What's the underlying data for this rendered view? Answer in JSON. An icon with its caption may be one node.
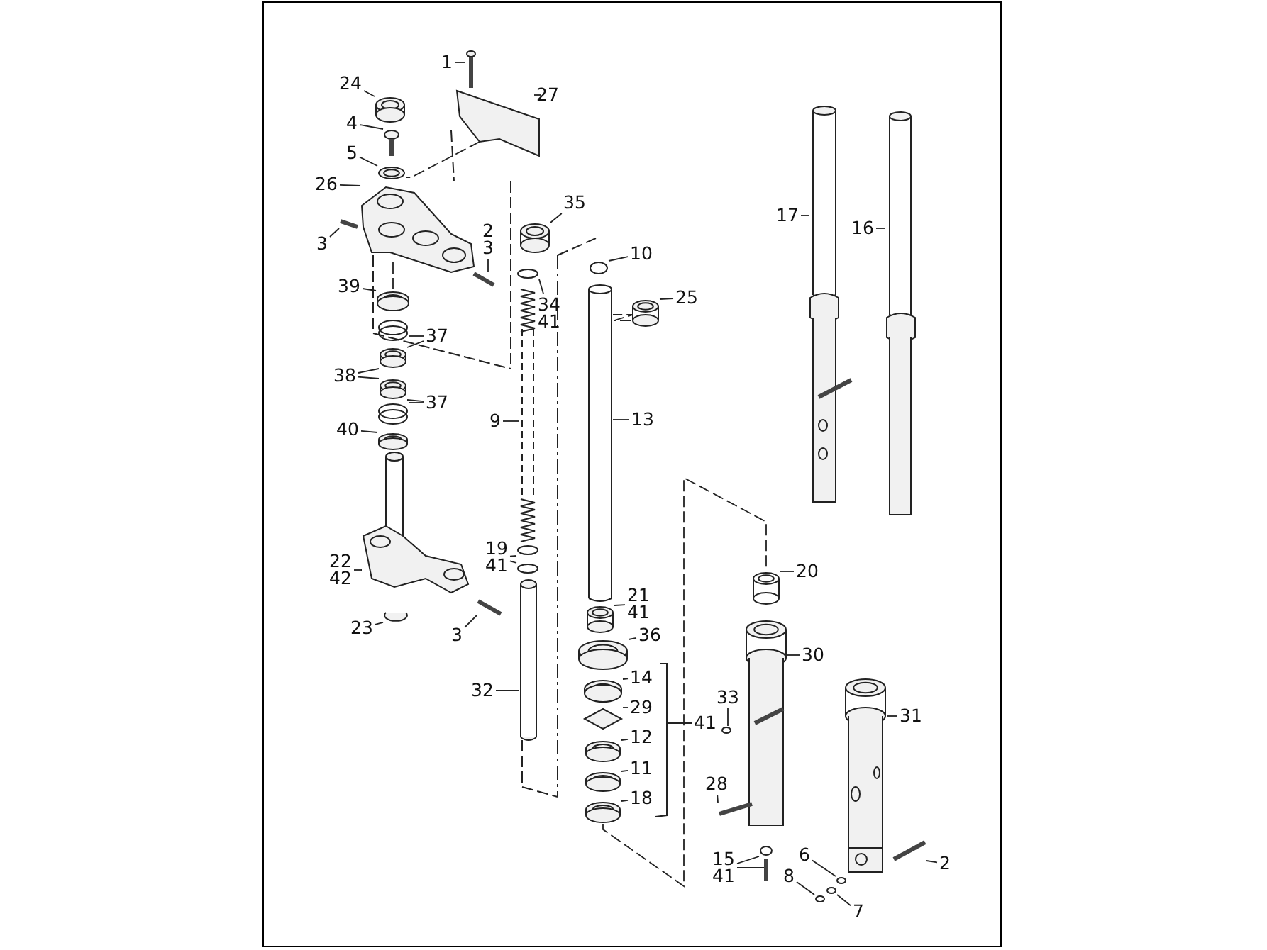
{
  "diagram": {
    "nodes": [
      {
        "text": [
          "1"
        ]
      },
      {
        "text": [
          "27"
        ]
      },
      {
        "text": [
          "24"
        ]
      },
      {
        "text": [
          "4"
        ]
      },
      {
        "text": [
          "5"
        ]
      },
      {
        "text": [
          "26"
        ]
      },
      {
        "text": [
          "3"
        ]
      },
      {
        "text": [
          "2",
          "3"
        ]
      },
      {
        "text": [
          "35"
        ]
      },
      {
        "text": [
          "39"
        ]
      },
      {
        "text": [
          "34",
          "41"
        ]
      },
      {
        "text": [
          "37"
        ]
      },
      {
        "text": [
          "38"
        ]
      },
      {
        "text": [
          "37"
        ]
      },
      {
        "text": [
          "40"
        ]
      },
      {
        "text": [
          "9"
        ]
      },
      {
        "text": [
          "10"
        ]
      },
      {
        "text": [
          "25"
        ]
      },
      {
        "text": [
          "13"
        ]
      },
      {
        "text": [
          "17"
        ]
      },
      {
        "text": [
          "16"
        ]
      },
      {
        "text": [
          "19",
          "41"
        ]
      },
      {
        "text": [
          "22",
          "42"
        ]
      },
      {
        "text": [
          "23"
        ]
      },
      {
        "text": [
          "3"
        ]
      },
      {
        "text": [
          "21",
          "41"
        ]
      },
      {
        "text": [
          "36"
        ]
      },
      {
        "text": [
          "14"
        ]
      },
      {
        "text": [
          "29"
        ]
      },
      {
        "text": [
          "41"
        ]
      },
      {
        "text": [
          "12"
        ]
      },
      {
        "text": [
          "11"
        ]
      },
      {
        "text": [
          "18"
        ]
      },
      {
        "text": [
          "32"
        ]
      },
      {
        "text": [
          "20"
        ]
      },
      {
        "text": [
          "30"
        ]
      },
      {
        "text": [
          "33"
        ]
      },
      {
        "text": [
          "31"
        ]
      },
      {
        "text": [
          "28"
        ]
      },
      {
        "text": [
          "15",
          "41"
        ]
      },
      {
        "text": [
          "6"
        ]
      },
      {
        "text": [
          "8"
        ]
      },
      {
        "text": [
          "7"
        ]
      },
      {
        "text": [
          "2"
        ]
      },
      {
        "text": [],
        "shape": "picture"
      },
      {
        "text": [],
        "shape": "picture"
      },
      {
        "text": [],
        "shape": "picture"
      },
      {
        "text": [],
        "shape": "picture"
      },
      {
        "text": [],
        "shape": "picture"
      },
      {
        "text": [],
        "shape": "picture"
      },
      {
        "text": [],
        "shape": "picture"
      },
      {
        "text": [],
        "shape": "picture"
      },
      {
        "text": [],
        "shape": "picture"
      },
      {
        "text": [],
        "shape": "picture"
      },
      {
        "text": [],
        "shape": "circle"
      },
      {
        "text": [],
        "shape": "circle"
      },
      {
        "text": [],
        "shape": "picture"
      },
      {
        "text": [],
        "shape": "picture"
      },
      {
        "text": [],
        "shape": "circle"
      },
      {
        "text": [],
        "shape": "picture"
      },
      {
        "text": [],
        "shape": "picture"
      },
      {
        "text": [],
        "shape": "circle"
      },
      {
        "text": [],
        "shape": "picture"
      },
      {
        "text": [],
        "shape": "cylinder"
      },
      {
        "text": [],
        "shape": "picture"
      },
      {
        "text": [],
        "shape": "picture"
      },
      {
        "text": [],
        "shape": "circle"
      },
      {
        "text": [],
        "shape": "circle"
      },
      {
        "text": [],
        "shape": "picture"
      },
      {
        "text": [],
        "shape": "picture"
      },
      {
        "text": [],
        "shape": "picture"
      },
      {
        "text": [],
        "shape": "picture"
      },
      {
        "text": [],
        "shape": "picture"
      },
      {
        "text": [],
        "shape": "picture"
      },
      {
        "text": [],
        "shape": "picture"
      },
      {
        "text": [],
        "shape": "picture"
      },
      {
        "text": [],
        "shape": "picture"
      },
      {
        "text": [],
        "shape": "picture"
      },
      {
        "text": [],
        "shape": "picture"
      },
      {
        "text": [],
        "shape": "circle"
      },
      {
        "text": [],
        "shape": "picture"
      },
      {
        "text": [],
        "shape": "circle"
      },
      {
        "text": [],
        "shape": "picture"
      },
      {
        "text": [],
        "shape": "picture"
      },
      {
        "text": [],
        "shape": "circle"
      },
      {
        "text": [],
        "shape": "circle"
      },
      {
        "text": [],
        "shape": "circle"
      },
      {
        "text": [],
        "shape": "circle"
      },
      {
        "text": [],
        "shape": "circle"
      },
      {
        "text": [],
        "shape": "picture"
      },
      {
        "text": [],
        "shape": "bar"
      }
    ],
    "edges": [
      {
        "from": 0,
        "to": 44,
        "arrow": "none"
      },
      {
        "from": 1,
        "to": 45,
        "arrow": "none"
      },
      {
        "from": 2,
        "to": 46,
        "arrow": "none"
      },
      {
        "from": 3,
        "to": 47,
        "arrow": "none"
      },
      {
        "from": 4,
        "to": 48,
        "arrow": "none"
      },
      {
        "from": 5,
        "to": 49,
        "arrow": "none"
      },
      {
        "from": 6,
        "to": 50,
        "arrow": "none"
      },
      {
        "from": 7,
        "to": 51,
        "arrow": "none"
      },
      {
        "from": 8,
        "to": 52,
        "arrow": "none"
      },
      {
        "from": 9,
        "to": 53,
        "arrow": "none"
      },
      {
        "from": 10,
        "to": 54,
        "arrow": "none"
      },
      {
        "from": 11,
        "to": 55,
        "arrow": "none"
      },
      {
        "from": 11,
        "to": 56,
        "arrow": "none"
      },
      {
        "from": 12,
        "to": 56,
        "arrow": "none"
      },
      {
        "from": 12,
        "to": 57,
        "arrow": "none"
      },
      {
        "from": 13,
        "to": 57,
        "arrow": "none"
      },
      {
        "from": 13,
        "to": 58,
        "arrow": "none"
      },
      {
        "from": 14,
        "to": 59,
        "arrow": "none"
      },
      {
        "from": 15,
        "to": 60,
        "arrow": "none"
      },
      {
        "from": 16,
        "to": 61,
        "arrow": "none"
      },
      {
        "from": 17,
        "to": 62,
        "arrow": "none"
      },
      {
        "from": 18,
        "to": 63,
        "arrow": "none"
      },
      {
        "from": 19,
        "to": 64,
        "arrow": "none"
      },
      {
        "from": 20,
        "to": 65,
        "arrow": "none"
      },
      {
        "from": 21,
        "to": 66,
        "arrow": "none"
      },
      {
        "from": 21,
        "to": 67,
        "arrow": "none"
      },
      {
        "from": 22,
        "to": 68,
        "arrow": "none"
      },
      {
        "from": 23,
        "to": 69,
        "arrow": "none"
      },
      {
        "from": 24,
        "to": 70,
        "arrow": "none"
      },
      {
        "from": 25,
        "to": 71,
        "arrow": "none"
      },
      {
        "from": 26,
        "to": 72,
        "arrow": "none"
      },
      {
        "from": 27,
        "to": 73,
        "arrow": "none"
      },
      {
        "from": 28,
        "to": 74,
        "arrow": "none"
      },
      {
        "from": 29,
        "to": 90,
        "arrow": "none"
      },
      {
        "from": 30,
        "to": 75,
        "arrow": "none"
      },
      {
        "from": 31,
        "to": 76,
        "arrow": "none"
      },
      {
        "from": 32,
        "to": 77,
        "arrow": "none"
      },
      {
        "from": 33,
        "to": 78,
        "arrow": "none"
      },
      {
        "from": 34,
        "to": 79,
        "arrow": "none"
      },
      {
        "from": 35,
        "to": 80,
        "arrow": "none"
      },
      {
        "from": 36,
        "to": 81,
        "arrow": "none"
      },
      {
        "from": 37,
        "to": 82,
        "arrow": "none"
      },
      {
        "from": 38,
        "to": 83,
        "arrow": "none"
      },
      {
        "from": 39,
        "to": 84,
        "arrow": "none"
      },
      {
        "from": 39,
        "to": 85,
        "arrow": "none"
      },
      {
        "from": 40,
        "to": 86,
        "arrow": "none"
      },
      {
        "from": 41,
        "to": 87,
        "arrow": "none"
      },
      {
        "from": 42,
        "to": 88,
        "arrow": "none"
      },
      {
        "from": 43,
        "to": 89,
        "arrow": "none"
      },
      {
        "from": 77,
        "to": 79,
        "arrow": "none",
        "style": "dashed"
      },
      {
        "from": 45,
        "to": 48,
        "arrow": "none",
        "style": "dashed"
      },
      {
        "from": 49,
        "to": 53,
        "arrow": "none",
        "style": "dashed"
      },
      {
        "from": 62,
        "to": 63,
        "arrow": "none",
        "style": "dashed"
      }
    ]
  }
}
